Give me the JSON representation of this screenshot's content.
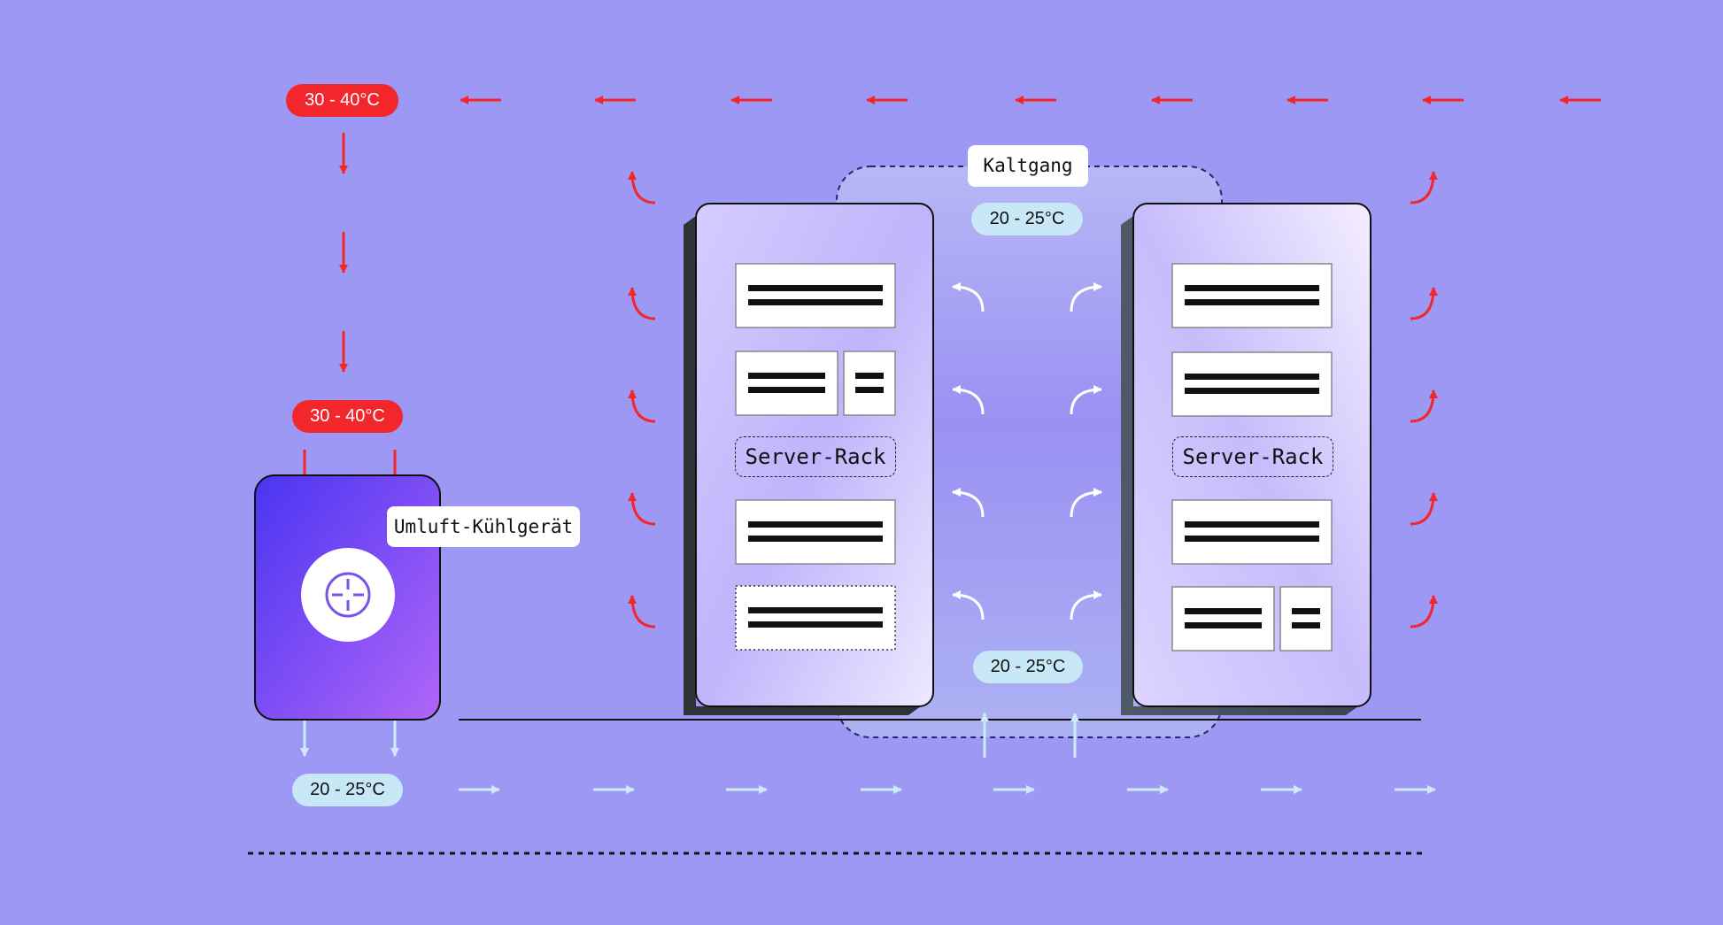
{
  "labels": {
    "hot_top": "30 - 40°C",
    "hot_unit": "30 - 40°C",
    "cold_bottom": "20 - 25°C",
    "cold_aisle_top": "20 - 25°C",
    "cold_aisle_bottom": "20 - 25°C",
    "cold_aisle_title": "Kaltgang",
    "cooling_unit": "Umluft-Kühlgerät",
    "rack_left": "Server-Rack",
    "rack_right": "Server-Rack"
  },
  "colors": {
    "background": "#9e98f5",
    "hot_air": "#f2262b",
    "cold_air": "#c8e7f7",
    "cooling_unit_start": "#4a34f2",
    "cooling_unit_end": "#b066f8"
  },
  "icons": {
    "fan": "crosshair-fan-icon",
    "hot_arrow": "red-arrow-icon",
    "cold_arrow": "light-blue-arrow-icon",
    "curved_arrow": "curved-arrow-icon"
  }
}
